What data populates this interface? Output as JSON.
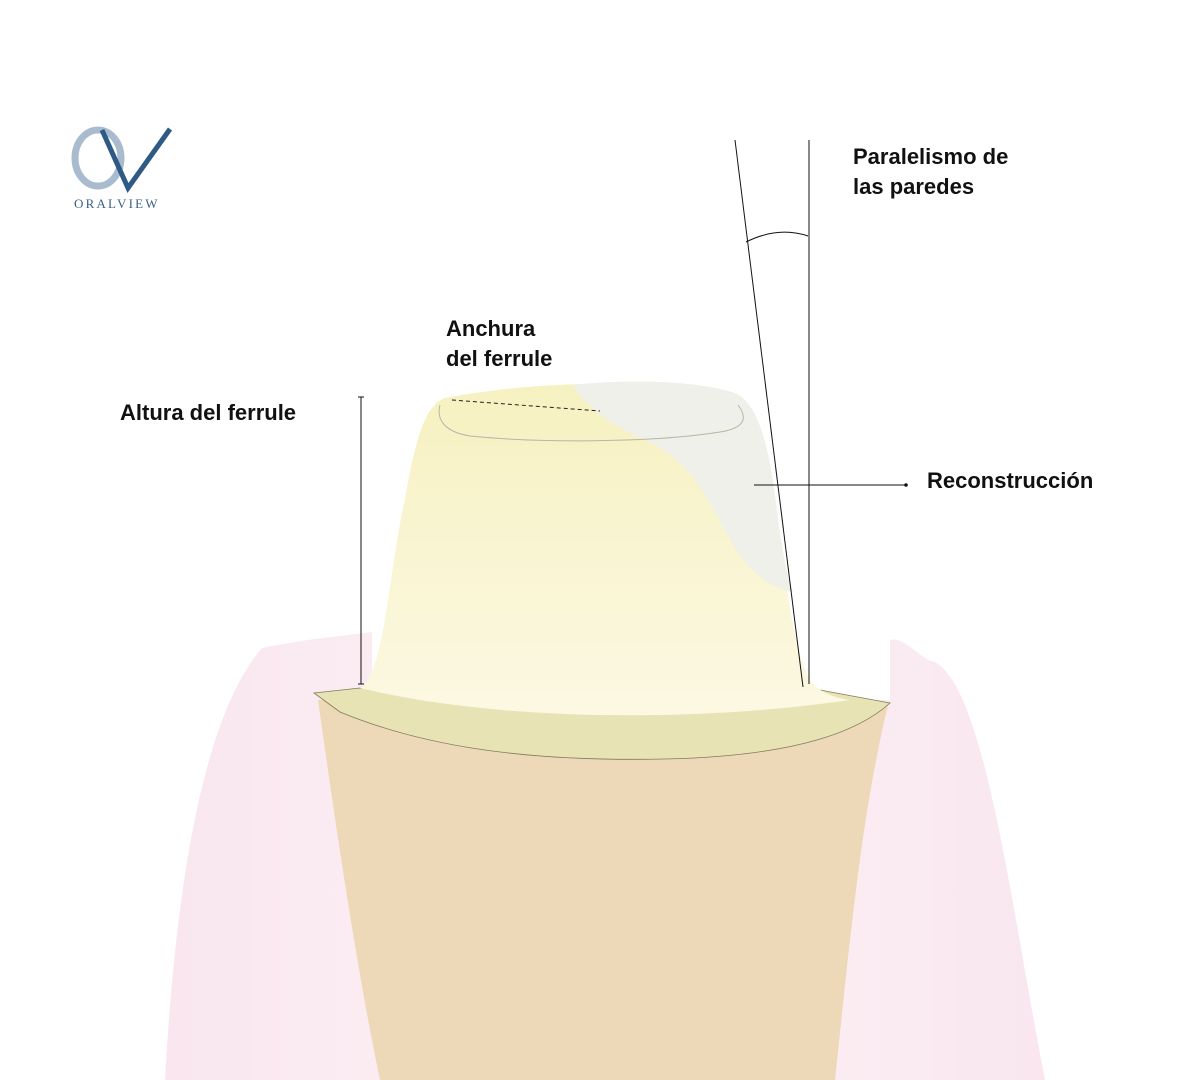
{
  "logo": {
    "monogram": "OV",
    "wordmark": "ORALVIEW",
    "colors": {
      "o": "#a9bccf",
      "v": "#2f5a86",
      "text": "#3a5f86"
    }
  },
  "labels": {
    "paralelismo_line1": "Paralelismo de",
    "paralelismo_line2": "las paredes",
    "anchura_line1": "Anchura",
    "anchura_line2": "del ferrule",
    "altura": "Altura del ferrule",
    "reconstruccion": "Reconstrucción"
  },
  "colors": {
    "gum": "#fbeef4",
    "root": "#edd8b7",
    "crown_top": "#f7f2c4",
    "crown_bottom": "#fbf7de",
    "reconstruction": "#eef0e8",
    "ferrule_band": "#e6e3b2",
    "line": "#111111"
  }
}
